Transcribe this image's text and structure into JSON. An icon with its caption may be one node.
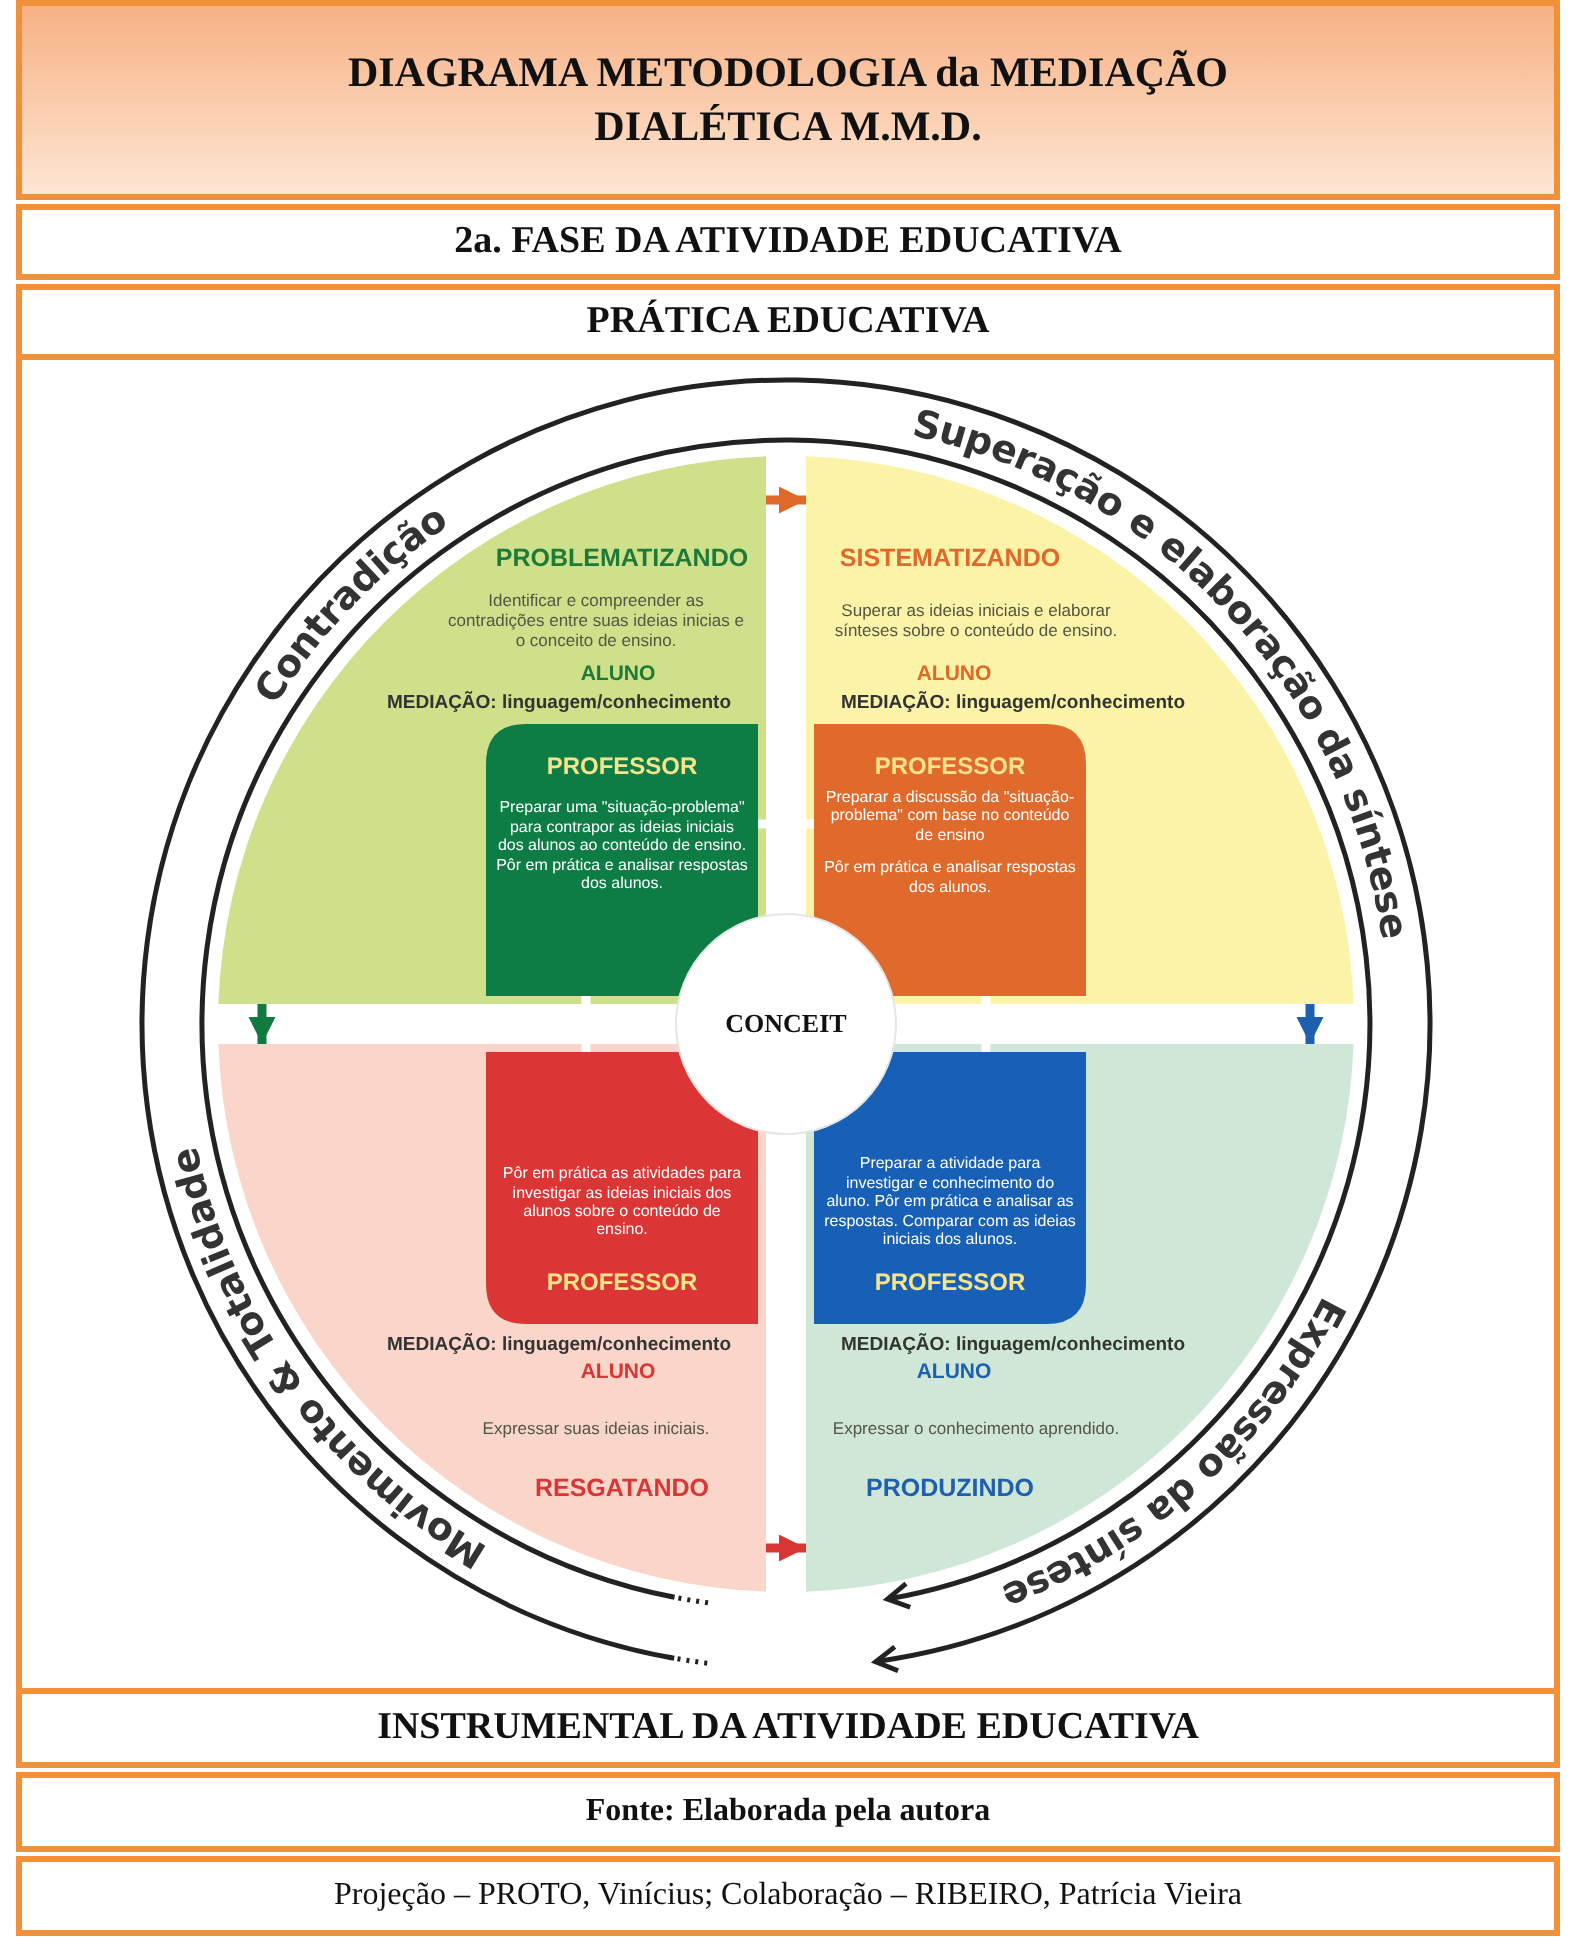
{
  "diagram": {
    "title": "DIAGRAMA METODOLOGIA da MEDIAÇÃO DIALÉTICA M.M.D.",
    "caption": "Fonte: Elaborada pela autora",
    "nodes": [
      {
        "text": [
          "PROBLEMATIZANDO",
          "Identificar e compreender as contradições entre suas ideias inicias e o conceito de ensino.",
          "ALUNO",
          "MEDIAÇÃO: linguagem/conhecimento"
        ]
      },
      {
        "text": [
          "PROFESSOR",
          "Preparar uma \"situação-problema\" para contrapor as ideias iniciais dos alunos ao conteúdo de ensino. Pôr em prática e analisar respostas dos alunos."
        ],
        "in": 0
      },
      {
        "text": [
          "SISTEMATIZANDO",
          "Superar as ideias iniciais e elaborar sínteses sobre o conteúdo de ensino.",
          "ALUNO",
          "MEDIAÇÃO: linguagem/conhecimento"
        ]
      },
      {
        "text": [
          "PROFESSOR",
          "Preparar a discussão da \"situação-problema\" com base no conteúdo de ensino",
          "Pôr em prática e analisar respostas dos alunos."
        ],
        "in": 2
      },
      {
        "text": [
          "MEDIAÇÃO: linguagem/conhecimento",
          "ALUNO",
          "Expressar suas ideias iniciais.",
          "RESGATANDO"
        ]
      },
      {
        "text": [
          "Pôr em prática as atividades para investigar as ideias iniciais dos alunos sobre o conteúdo de ensino.",
          "PROFESSOR"
        ],
        "in": 4
      },
      {
        "text": [
          "MEDIAÇÃO: linguagem/conhecimento",
          "ALUNO",
          "Expressar o conhecimento aprendido.",
          "PRODUZINDO"
        ]
      },
      {
        "text": [
          "Preparar a atividade para investigar e conhecimento do aluno. Pôr em prática e analisar as respostas. Comparar com as ideias iniciais dos alunos.",
          "PROFESSOR"
        ],
        "in": 6
      },
      {
        "text": [
          "CONCEIT"
        ]
      }
    ],
    "edges": [
      {
        "from": 1,
        "to": 3,
        "arrow": "to"
      },
      {
        "from": 3,
        "to": 7,
        "arrow": "to"
      },
      {
        "from": 5,
        "to": 1,
        "arrow": "to"
      },
      {
        "from": 0,
        "to": 2,
        "arrow": "to",
        "color": "#e0692a"
      },
      {
        "from": 2,
        "to": 6,
        "arrow": "to",
        "color": "#1f5fb0"
      },
      {
        "from": 0,
        "to": 4,
        "arrow": "to",
        "color": "#107a40"
      },
      {
        "from": 4,
        "to": 6,
        "arrow": "to",
        "color": "#d93636"
      }
    ],
    "labels": [
      "2a. FASE DA ATIVIDADE EDUCATIVA",
      "PRÁTICA EDUCATIVA",
      "Contradição",
      "Superação e elaboração da síntese",
      "Expressão da síntese",
      "Movimento & Totalidade",
      "INSTRUMENTAL DA ATIVIDADE EDUCATIVA",
      "Projeção – PROTO, Vinícius; Colaboração – RIBEIRO, Patrícia Vieira"
    ]
  }
}
